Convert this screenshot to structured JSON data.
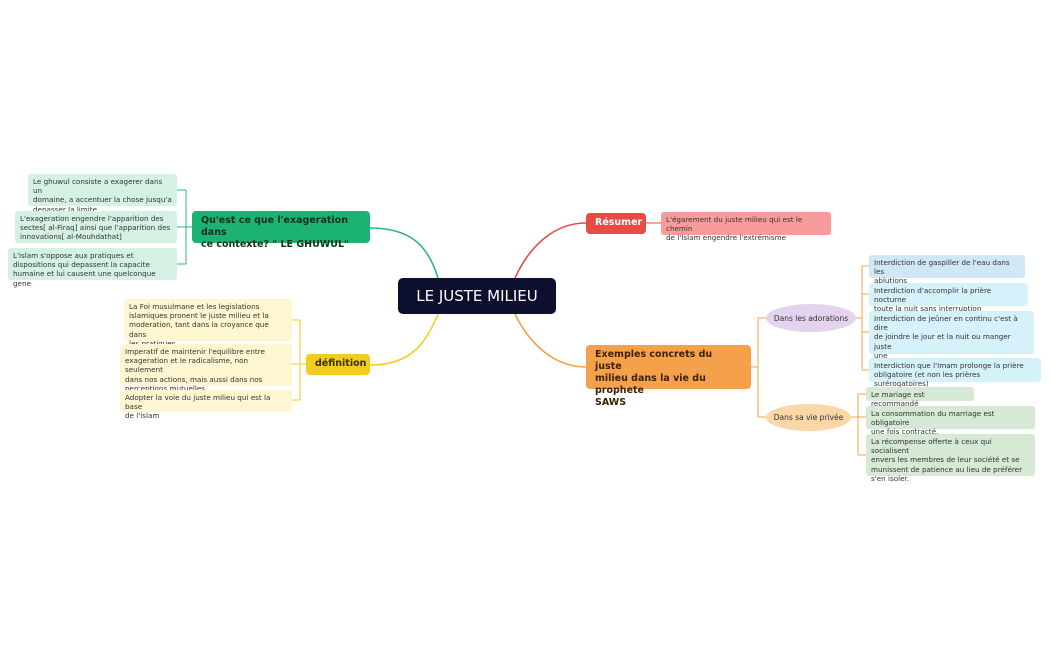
{
  "central": "LE JUSTE MILIEU",
  "colors": {
    "green": "#2db67c",
    "yellow": "#f2cd1f",
    "red": "#ea4a46",
    "orange": "#f5a04a"
  },
  "topics": {
    "ghuwul": "Qu'est ce que l'exageration dans\nce contexte? \" LE GHUWUL\"",
    "definition": "définition",
    "resumer": "Résumer",
    "exemples": "Exemples concrets du juste\nmilieu dans la vie du prophete\nSAWS"
  },
  "ghuwul_items": [
    "Le ghuwul consiste a exagerer dans un\ndomaine, a accentuer la chose jusqu'a\ndepasser la limite",
    "L'exageration engendre l'apparition des\nsectes[ al-Firaq] ainsi que l'apparition des\ninnovations[ al-Mouhdathat]",
    "L'islam s'oppose aux pratiques et\ndispositions qui depassent la capacite\nhumaine et lui causent une quelconque gene"
  ],
  "definition_items": [
    "La Foi musulmane et les legislations\nislamiques pronent le juste milieu et la\nmoderation, tant dans la croyance que dans\nles pratiques",
    "Imperatif de maintenir l'equilibre entre\nexageration et le radicalisme, non seulement\ndans nos actions, mais aussi dans nos\nperceptions mutuelles",
    "Adopter la voie du juste milieu qui est la base\nde l'islam"
  ],
  "resumer_item": "L'égarement du juste milieu qui est le chemin\nde l'Islam engendre l'extrémisme",
  "subtopics": {
    "adorations": "Dans les adorations",
    "privee": "Dans sa vie privée"
  },
  "adorations_items": [
    "Interdiction de gaspiller de l'eau dans les\nablutions",
    "Interdiction d'accomplir la prière nocturne\ntoute la nuit sans interruption",
    "Interdiction de jeûner en continu c'est à dire\nde joindre le jour et la nuit ou manger juste\nune\npartie de la nuit.",
    "Interdiction que l'Imam prolonge la prière\nobligatoire (et non les prières surérogatoires)"
  ],
  "privee_items": [
    "Le mariage est recommandé",
    "La consommation du marriage est obligatoire\nune fois contracté.",
    "La récompense offerte à ceux qui socialisent\nenvers les membres de leur société et se\nmunissent de patience au lieu de préférer\ns'en isoler."
  ]
}
